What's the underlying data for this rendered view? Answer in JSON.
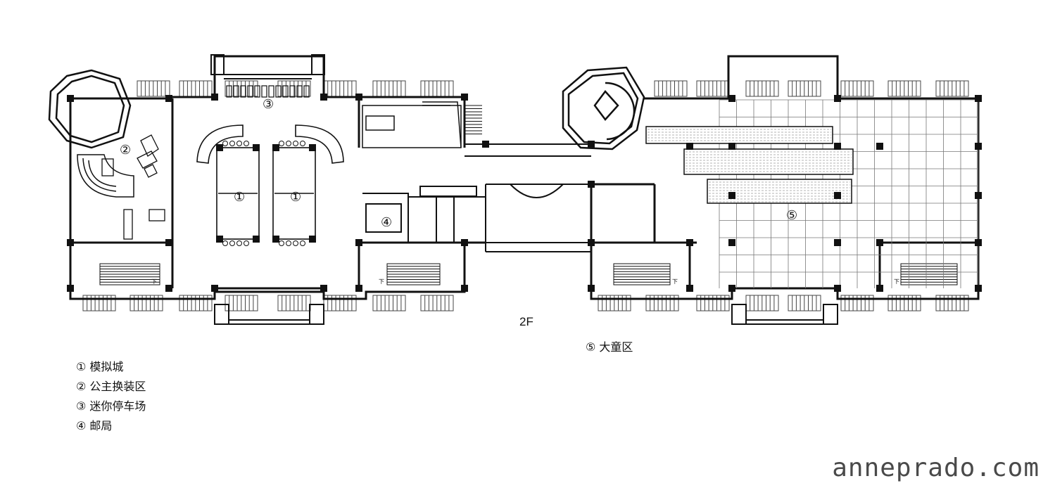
{
  "floor_label": "2F",
  "zones": [
    {
      "marker": "①",
      "name": "模拟城"
    },
    {
      "marker": "②",
      "name": "公主换装区"
    },
    {
      "marker": "③",
      "name": "迷你停车场"
    },
    {
      "marker": "④",
      "name": "邮局"
    },
    {
      "marker": "⑤",
      "name": "大童区"
    }
  ],
  "legend": [
    "① 模拟城",
    "② 公主换装区",
    "③ 迷你停车场",
    "④ 邮局"
  ],
  "zone5_caption": "⑤ 大童区",
  "plan_markers": {
    "m1a": "①",
    "m1b": "①",
    "m2": "②",
    "m3": "③",
    "m4": "④",
    "m5": "⑤"
  },
  "stair_mark": "下",
  "watermark": "anneprado.com",
  "colors": {
    "line": "#111111",
    "hatch": "#9a9a9a",
    "grid": "#777777"
  }
}
